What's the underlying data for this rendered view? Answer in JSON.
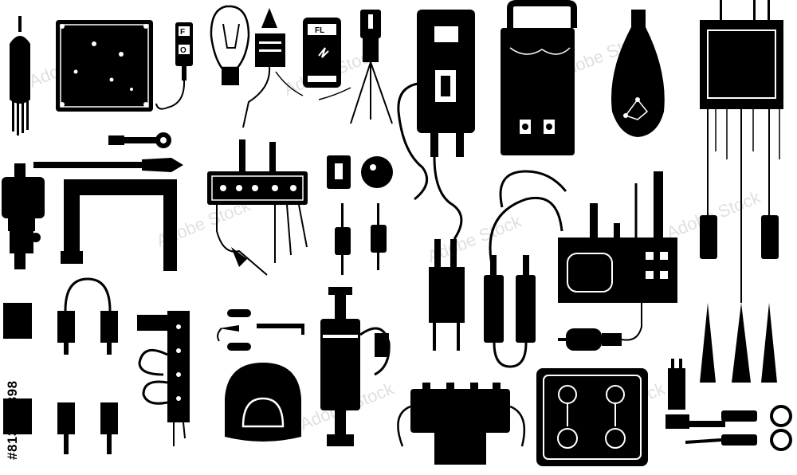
{
  "image": {
    "background": "#ffffff",
    "ink": "#000000",
    "stock_id": "#813296398",
    "watermark": "Adobe Stock",
    "label_f": "F",
    "label_o": "O",
    "label_fl": "FL"
  },
  "icons": [
    "screwdriver-icon",
    "circuit-board-icon",
    "plug-fuse-icon",
    "light-bulb-icon",
    "ink-pen-icon",
    "meter-device-icon",
    "spark-plug-icon",
    "power-supply-icon",
    "battery-box-icon",
    "bulb-dark-icon",
    "transformer-icon",
    "soldering-iron-icon",
    "clamp-frame-icon",
    "breaker-block-icon",
    "terminal-strip-icon",
    "capacitor-icon",
    "resistor-icon",
    "multimeter-icon",
    "connector-pair-icon",
    "probe-leads-icon",
    "wire-harness-icon",
    "terminal-block-icon",
    "syringe-icon",
    "helmet-icon",
    "junction-box-icon",
    "switch-plate-icon",
    "small-motor-icon",
    "cable-clips-icon"
  ]
}
